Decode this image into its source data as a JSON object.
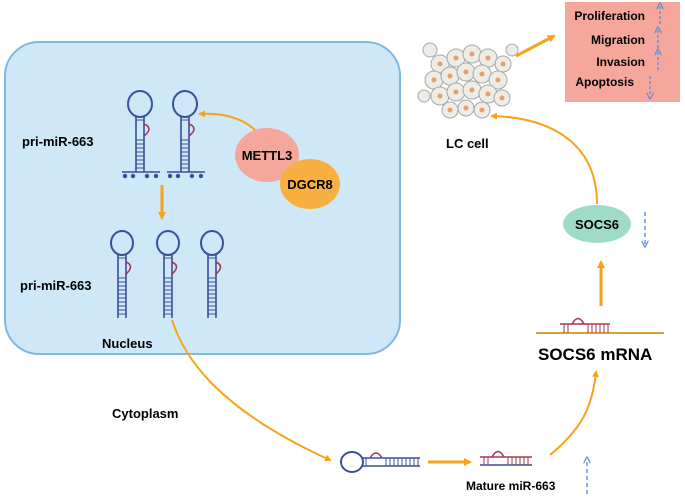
{
  "nucleus": {
    "title": "Nucleus",
    "top_label": "pri-miR-663",
    "bottom_label": "pri-miR-663",
    "writer_enzyme": "METTL3",
    "partner_enzyme": "DGCR8"
  },
  "cytoplasm_label": "Cytoplasm",
  "mature_label": "Mature miR-663",
  "mrna_label": "SOCS6 mRNA",
  "protein_label": "SOCS6",
  "cell_label": "LC cell",
  "outcomes": [
    {
      "label": "Proliferation",
      "direction": "up"
    },
    {
      "label": "Migration",
      "direction": "up"
    },
    {
      "label": "Invasion",
      "direction": "up"
    },
    {
      "label": "Apoptosis",
      "direction": "down"
    }
  ],
  "colors": {
    "nucleus_fill": "#cfe8f7",
    "nucleus_stroke": "#7fb8e0",
    "arrow": "#f7a21b",
    "mettl3": "#f4a79a",
    "dgcr8": "#f7b040",
    "socs6": "#9fdcc6",
    "outcome_box": "#f4a79a",
    "rna_blue": "#3a4f9a",
    "rna_red": "#a33a52",
    "dashed_arrow": "#5b8fd6"
  }
}
